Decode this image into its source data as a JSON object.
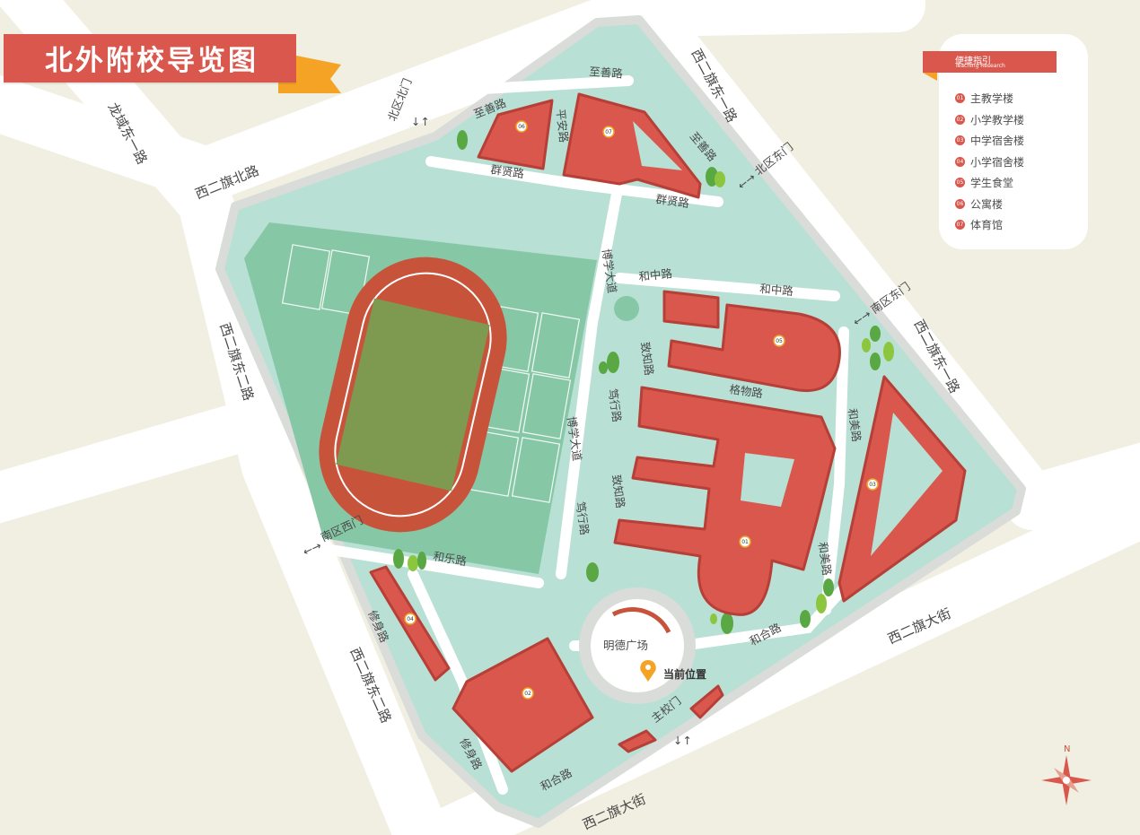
{
  "title": "北外附校导览图",
  "legend": {
    "title": "便捷指引",
    "subtitle": "Teaching Research",
    "items": [
      {
        "num": "01",
        "label": "主教学楼"
      },
      {
        "num": "02",
        "label": "小学教学楼"
      },
      {
        "num": "03",
        "label": "中学宿舍楼"
      },
      {
        "num": "04",
        "label": "小学宿舍楼"
      },
      {
        "num": "05",
        "label": "学生食堂"
      },
      {
        "num": "06",
        "label": "公寓楼"
      },
      {
        "num": "07",
        "label": "体育馆"
      }
    ]
  },
  "streets": {
    "north": "西二旗北路",
    "south": "西二旗大街",
    "longyu": "龙域东一路",
    "east1": "西二旗东一路",
    "west2": "西二旗东二路"
  },
  "roads": {
    "zhishan": "至善路",
    "ping_an": "平安路",
    "qunxian": "群贤路",
    "boxue": "博学大道",
    "hezhong": "和中路",
    "zhizhi": "致知路",
    "duxing": "笃行路",
    "gewu": "格物路",
    "hemei": "和美路",
    "hele": "和乐路",
    "xiushen": "修身路",
    "hehe": "和合路"
  },
  "gates": {
    "north_north": "北区北门",
    "north_east": "北区东门",
    "south_east": "南区东门",
    "south_west": "南区西门",
    "main": "主校门"
  },
  "plaza": "明德广场",
  "current_location": "当前位置",
  "compass": "N",
  "buildings": [
    "01",
    "02",
    "03",
    "04",
    "05",
    "06",
    "07"
  ],
  "colors": {
    "building": "#d9574c",
    "building_shadow": "#b63f37",
    "campus": "#b8e0d5",
    "field": "#86c7a6",
    "track": "#c7543a",
    "grass": "#7e9a51",
    "road": "#ffffff",
    "ground": "#f1efe1",
    "accent": "#f4a324"
  }
}
